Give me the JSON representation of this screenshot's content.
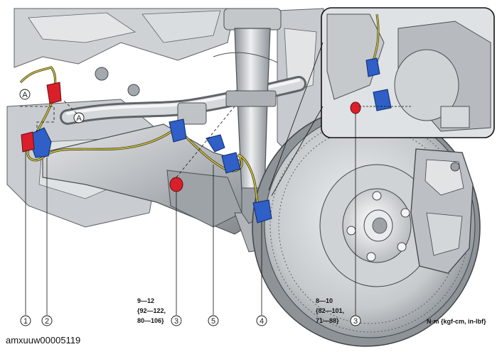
{
  "diagram": {
    "callouts": [
      {
        "id": "c1",
        "label": "1"
      },
      {
        "id": "c2",
        "label": "2"
      },
      {
        "id": "c3a",
        "label": "3"
      },
      {
        "id": "c5",
        "label": "5"
      },
      {
        "id": "c4",
        "label": "4"
      },
      {
        "id": "c3b",
        "label": "3"
      }
    ],
    "inset_markers": [
      {
        "id": "a1",
        "label": "A"
      },
      {
        "id": "a2",
        "label": "A"
      }
    ],
    "torque_left": [
      "9—12",
      "{92—122,",
      "80—106}"
    ],
    "torque_right": [
      "8—10",
      "{82—101,",
      "71—88}"
    ],
    "units_label": "N·m {kgf-cm, in-lbf}",
    "figure_id": "amxuuw00005119",
    "colors": {
      "sensor_blue": "#2f5fc7",
      "bolt_red": "#d9202a",
      "harness_yellow": "#d8c53a",
      "steel_gray": "#b8bcc0",
      "dark_gray": "#6f7479"
    }
  }
}
